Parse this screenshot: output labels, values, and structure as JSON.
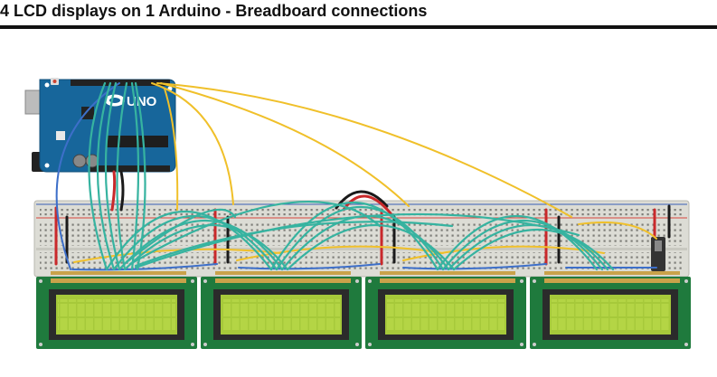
{
  "header": {
    "title": "4 LCD displays on 1 Arduino - Breadboard connections"
  },
  "arduino": {
    "label": "UNO"
  },
  "colors": {
    "arduino_blue": "#17669b",
    "breadboard": "#dcdcd5",
    "rail_red": "#d9433b",
    "rail_blue": "#3a5fb7",
    "wire_teal": "#36b3a0",
    "wire_yellow": "#f0c02a",
    "wire_blue": "#3d6fc9",
    "wire_red": "#c9292b",
    "wire_black": "#1a1a1a",
    "lcd_board": "#1f7a3d",
    "lcd_screen": "#a6c93a"
  },
  "lcd_displays": [
    {
      "id": "lcd-1"
    },
    {
      "id": "lcd-2"
    },
    {
      "id": "lcd-3"
    },
    {
      "id": "lcd-4"
    }
  ]
}
